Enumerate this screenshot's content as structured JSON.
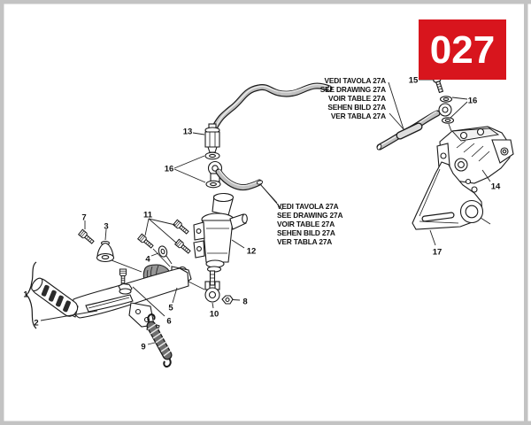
{
  "badge": {
    "number": "027",
    "color": "#d8151d"
  },
  "notes": {
    "lines": [
      "VEDI TAVOLA 27A",
      "SEE DRAWING 27A",
      "VOIR TABLE 27A",
      "SEHEN BILD 27A",
      "VER TABLA 27A"
    ]
  },
  "labels": {
    "1": "1",
    "2": "2",
    "3": "3",
    "4": "4",
    "5": "5",
    "6": "6",
    "7": "7",
    "8": "8",
    "9": "9",
    "10": "10",
    "11": "11",
    "12": "12",
    "13": "13",
    "14": "14",
    "15": "15",
    "16": "16",
    "17": "17"
  },
  "colors": {
    "page_edge": "#c3c3c3",
    "hose": "#c0c0c0",
    "line": "#1a1a1a",
    "accent_red": "#d8151d"
  }
}
